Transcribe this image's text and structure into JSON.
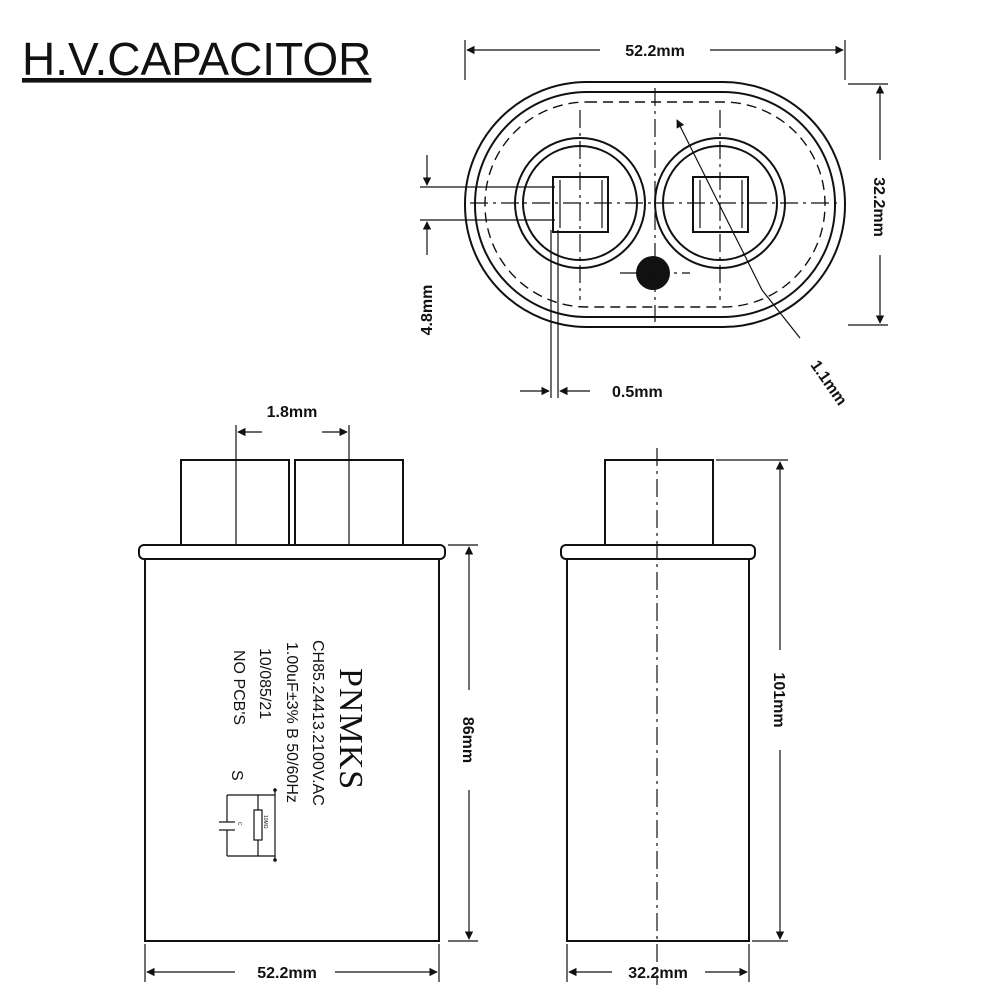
{
  "title": "H.V.CAPACITOR",
  "dimensions": {
    "top_width": "52.2mm",
    "top_height": "32.2mm",
    "terminal_gap": "4.8mm",
    "terminal_thickness": "0.5mm",
    "diagonal": "1.1mm",
    "terminal_spacing": "1.8mm",
    "body_height": "86mm",
    "total_height": "101mm",
    "front_width": "52.2mm",
    "side_width": "32.2mm"
  },
  "label": {
    "brand": "PNMKS",
    "model": "CH85.24413.2100V.AC",
    "capacitance": "1.00uF±3% B 50/60Hz",
    "date": "10/085/21",
    "note": "NO PCB'S",
    "mark": "S",
    "resistor": "10MΩ",
    "cap_symbol": "C"
  },
  "colors": {
    "line": "#111111",
    "body_fill": "#ffffff",
    "terminal_dot": "#111111"
  }
}
